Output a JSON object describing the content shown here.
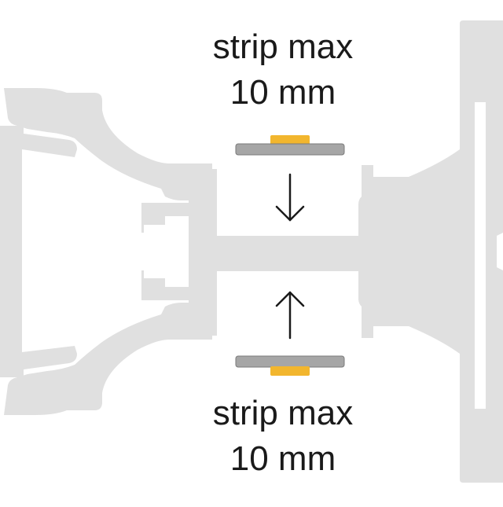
{
  "diagram": {
    "top_label": {
      "line1": "strip max",
      "line2": "10 mm"
    },
    "bottom_label": {
      "line1": "strip max",
      "line2": "10 mm"
    },
    "colors": {
      "profile": "#e0e0e0",
      "strip": "#a6a6a6",
      "strip_outline": "#7a7a7a",
      "tape": "#f2b62e",
      "arrow": "#1a1a1a",
      "text": "#1a1a1a"
    }
  }
}
